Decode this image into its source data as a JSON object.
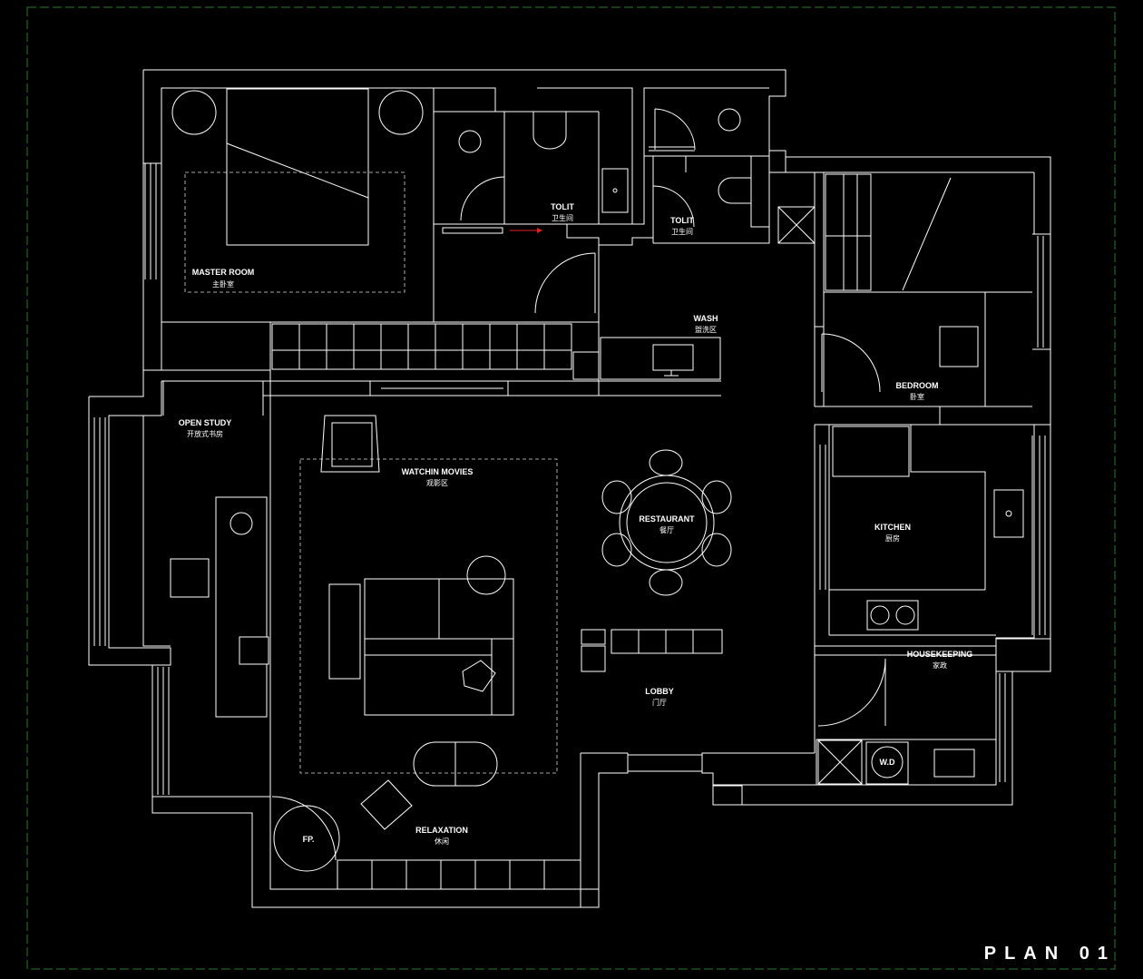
{
  "plan_title": "PLAN 01",
  "rooms": {
    "master_room": {
      "en": "MASTER ROOM",
      "cn": "主卧室"
    },
    "toilet_1": {
      "en": "TOLIT",
      "cn": "卫生间"
    },
    "toilet_2": {
      "en": "TOLIT",
      "cn": "卫生间"
    },
    "wash": {
      "en": "WASH",
      "cn": "盥洗区"
    },
    "bedroom": {
      "en": "BEDROOM",
      "cn": "卧室"
    },
    "open_study": {
      "en": "OPEN STUDY",
      "cn": "开放式书房"
    },
    "watchin_movies": {
      "en": "WATCHIN MOVIES",
      "cn": "观影区"
    },
    "restaurant": {
      "en": "RESTAURANT",
      "cn": "餐厅"
    },
    "kitchen": {
      "en": "KITCHEN",
      "cn": "厨房"
    },
    "housekeeping": {
      "en": "HOUSEKEEPING",
      "cn": "家政"
    },
    "lobby": {
      "en": "LOBBY",
      "cn": "门厅"
    },
    "relaxation": {
      "en": "RELAXATION",
      "cn": "休闲"
    }
  },
  "fixtures": {
    "fireplace": "FP.",
    "washer_dryer": "W.D"
  },
  "colors": {
    "background": "#000000",
    "lines": "#ffffff",
    "accent": "#e02020",
    "border": "#2a7a2a"
  }
}
